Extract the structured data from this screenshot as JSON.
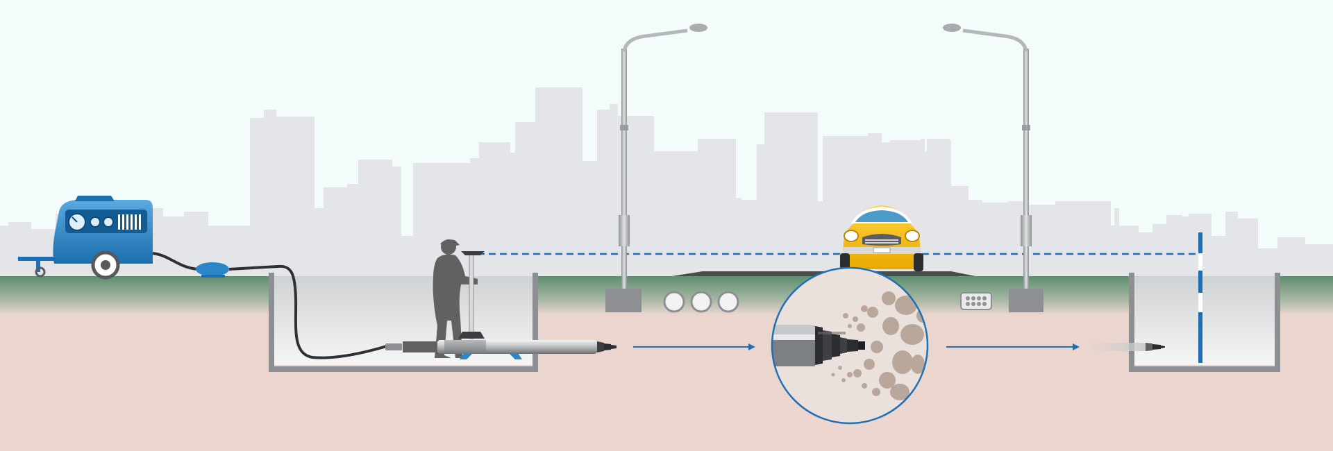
{
  "diagram": {
    "kind": "underground pneumatic piercing tool installation (trenchless)",
    "colors": {
      "sky": "#f4fbfb",
      "city_skyline": "#e3e5e8",
      "grass_top": "#5f8e6f",
      "soil": "#ead5cf",
      "pit_wall": "#8d8f92",
      "accent_blue": "#1f6fb6",
      "compressor_blue": "#2a86c9",
      "car_yellow": "#f2b800",
      "lamp_gray": "#a8acae",
      "soil_particles": "#b9a79b"
    },
    "components": [
      {
        "name": "air-compressor-trailer",
        "icon": "compressor-icon"
      },
      {
        "name": "air-hose",
        "icon": "hose-icon"
      },
      {
        "name": "launch-pit-with-worker",
        "icon": "worker-icon"
      },
      {
        "name": "piercing-tool",
        "icon": "mole-tool-icon"
      },
      {
        "name": "street-lamps",
        "icon": "lamp-icon"
      },
      {
        "name": "car-on-road",
        "icon": "car-icon"
      },
      {
        "name": "utility-ducts",
        "icon": "duct-icon"
      },
      {
        "name": "soil-compaction-detail",
        "icon": "magnifier-icon"
      },
      {
        "name": "exit-pit-with-survey-pole",
        "icon": "survey-pole-icon"
      }
    ]
  }
}
